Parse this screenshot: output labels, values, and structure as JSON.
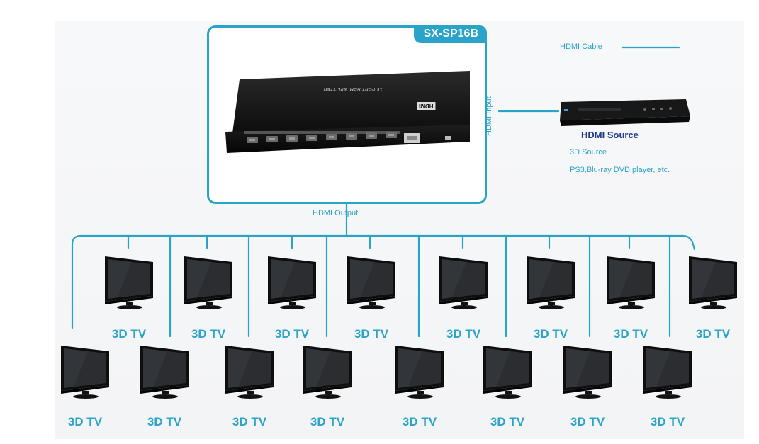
{
  "product": {
    "model": "SX-SP16B",
    "face_text": "16-PORT HDMI SPLITTER",
    "logo_text": "HDMI"
  },
  "legend": {
    "cable_label": "HDMI Cable"
  },
  "connections": {
    "input_label": "HDMI Input",
    "output_label": "HDMI Output"
  },
  "source": {
    "title": "HDMI Source",
    "line1": "3D  Source",
    "line2": "PS3,Blu-ray DVD player, etc."
  },
  "tvs": {
    "row1": [
      "3D TV",
      "3D TV",
      "3D TV",
      "3D TV",
      "3D TV",
      "3D TV",
      "3D TV",
      "3D TV"
    ],
    "row2": [
      "3D TV",
      "3D TV",
      "3D TV",
      "3D TV",
      "3D TV",
      "3D TV",
      "3D TV",
      "3D TV"
    ]
  },
  "colors": {
    "accent": "#2aa3c8",
    "source_title": "#1f3b8a",
    "device_body": "#1a1a1a"
  }
}
